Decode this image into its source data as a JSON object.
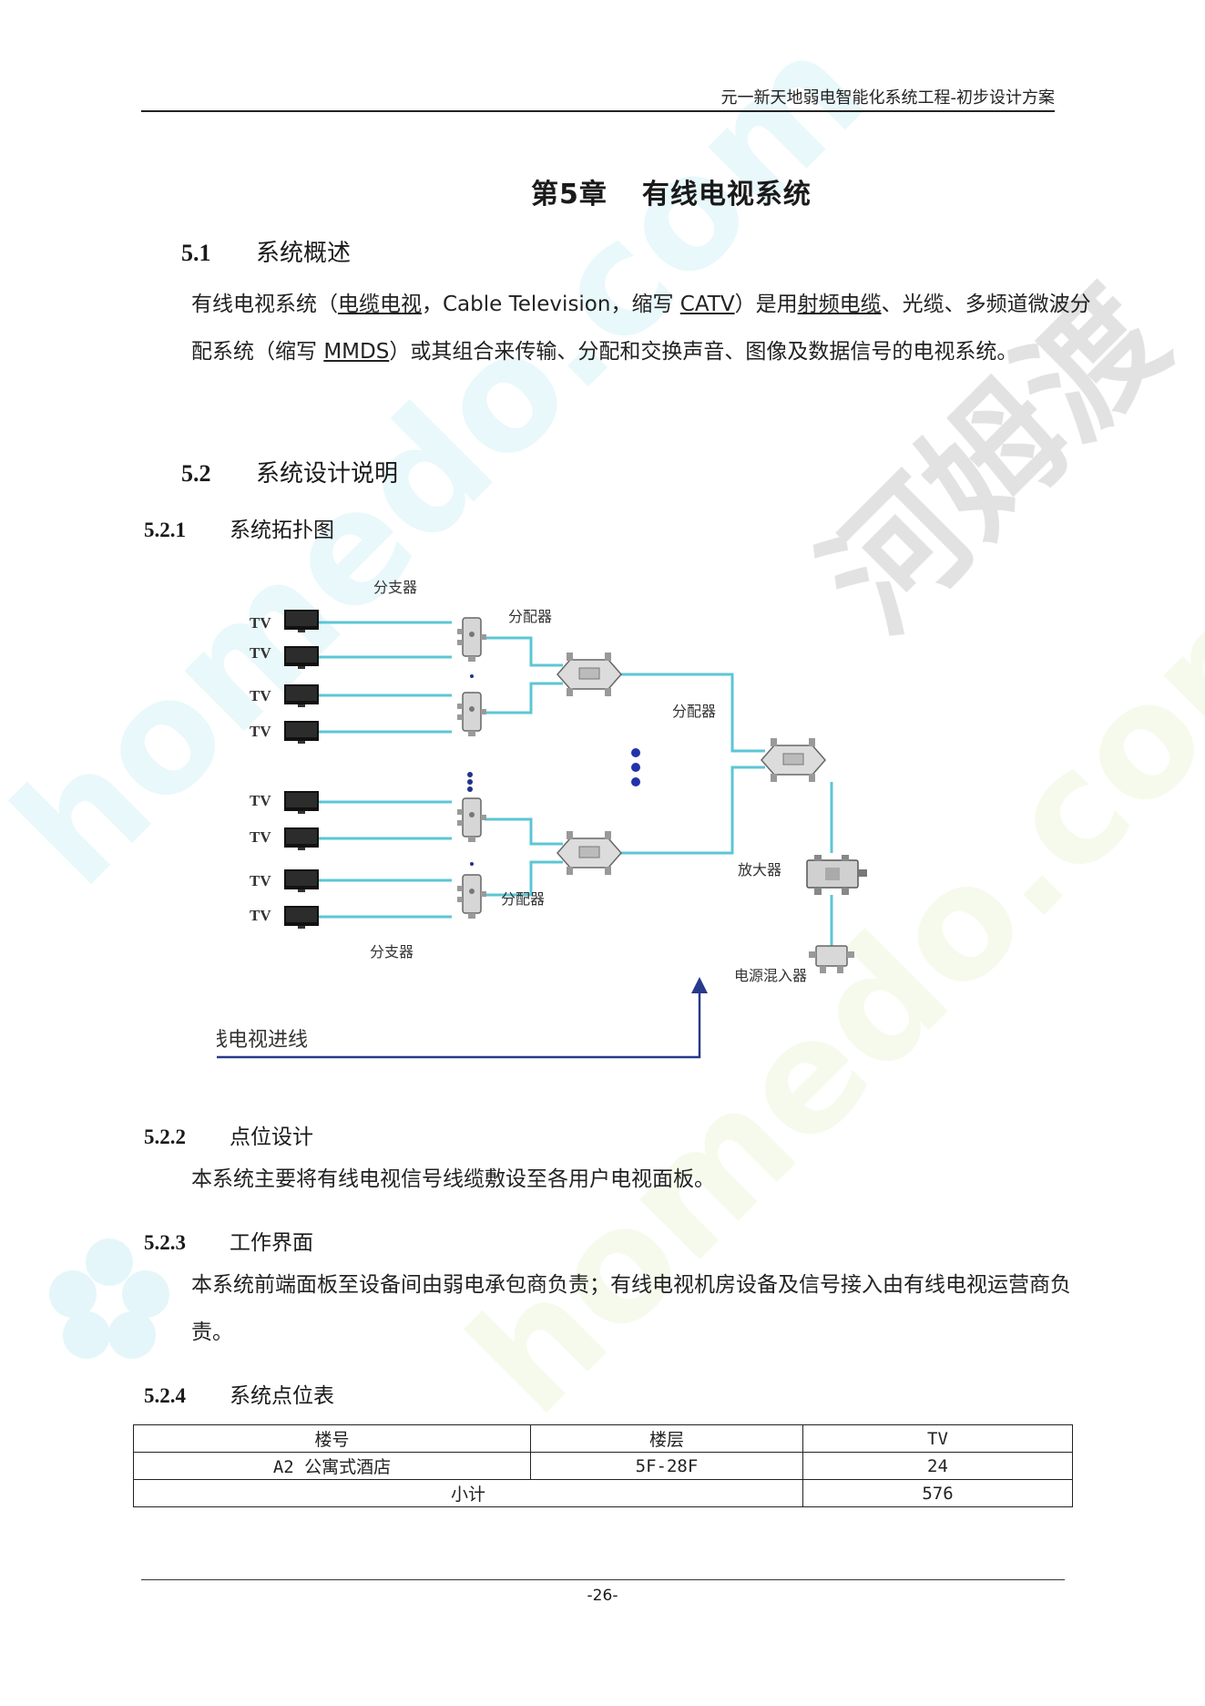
{
  "header": {
    "title": "元一新天地弱电智能化系统工程-初步设计方案"
  },
  "chapter": {
    "number": "第5章",
    "title": "有线电视系统"
  },
  "sections": {
    "s51": {
      "number": "5.1",
      "title": "系统概述"
    },
    "s52": {
      "number": "5.2",
      "title": "系统设计说明"
    },
    "s521": {
      "number": "5.2.1",
      "title": "系统拓扑图"
    },
    "s522": {
      "number": "5.2.2",
      "title": "点位设计"
    },
    "s523": {
      "number": "5.2.3",
      "title": "工作界面"
    },
    "s524": {
      "number": "5.2.4",
      "title": "系统点位表"
    }
  },
  "overview": {
    "p1": "有线电视系统（",
    "link1": "电缆电视",
    "p2": "，Cable Television，缩写 ",
    "link2": "CATV",
    "p3": "）是用",
    "link3": "射频电缆",
    "p4": "、光缆、多频道微波分配系统（缩写 ",
    "link4": "MMDS",
    "p5": "）或其组合来传输、分配和交换声音、图像及数据信号的电视系统。"
  },
  "point_design": {
    "text": "本系统主要将有线电视信号线缆敷设至各用户电视面板。"
  },
  "work_interface": {
    "text": "本系统前端面板至设备间由弱电承包商负责；有线电视机房设备及信号接入由有线电视运营商负责。"
  },
  "diagram": {
    "tv_label": "TV",
    "tap_label": "分支器",
    "splitter_label": "分配器",
    "amplifier_label": "放大器",
    "power_inserter_label": "电源混入器",
    "cable_in_label": "有线电视进线"
  },
  "point_table": {
    "headers": [
      "楼号",
      "楼层",
      "TV"
    ],
    "rows": [
      [
        "A2 公寓式酒店",
        "5F-28F",
        "24"
      ]
    ],
    "subtotal_label": "小计",
    "subtotal_value": "576"
  },
  "watermark": {
    "text1": "homedo.com",
    "text2": "河姆渡"
  },
  "footer": {
    "page": "-26-"
  }
}
